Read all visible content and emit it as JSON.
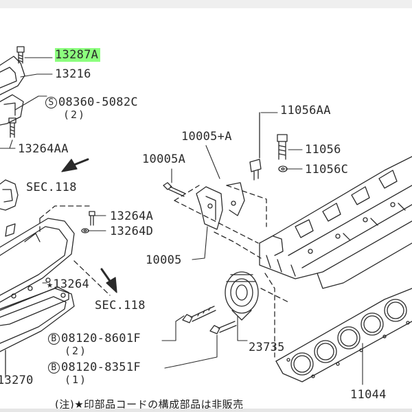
{
  "highlight_color": "#8cff7e",
  "line_color": "#2a2a2a",
  "parts": {
    "p13287a": "13287A",
    "p13216": "13216",
    "p08360": "08360-5082C",
    "p08360_symbol": "S",
    "p08360_qty": "(2)",
    "p13264aa": "13264AA",
    "sec118_top": "SEC.118",
    "p13264a": "13264A",
    "p13264d": "13264D",
    "p13264": "13264",
    "p13264_star": "★",
    "sec118_bottom": "SEC.118",
    "p13270": "13270",
    "p11056aa": "11056AA",
    "p11056": "11056",
    "p11056c": "11056C",
    "p10005plusa": "10005+A",
    "p10005a": "10005A",
    "p10005": "10005",
    "p23735": "23735",
    "p08120_8601": "08120-8601F",
    "p08120_8601_symbol": "B",
    "p08120_8601_qty": "(2)",
    "p08120_8351": "08120-8351F",
    "p08120_8351_symbol": "B",
    "p08120_8351_qty": "(1)",
    "p11044": "11044"
  },
  "note": "(注)★印部品コードの構成部品は非販売"
}
